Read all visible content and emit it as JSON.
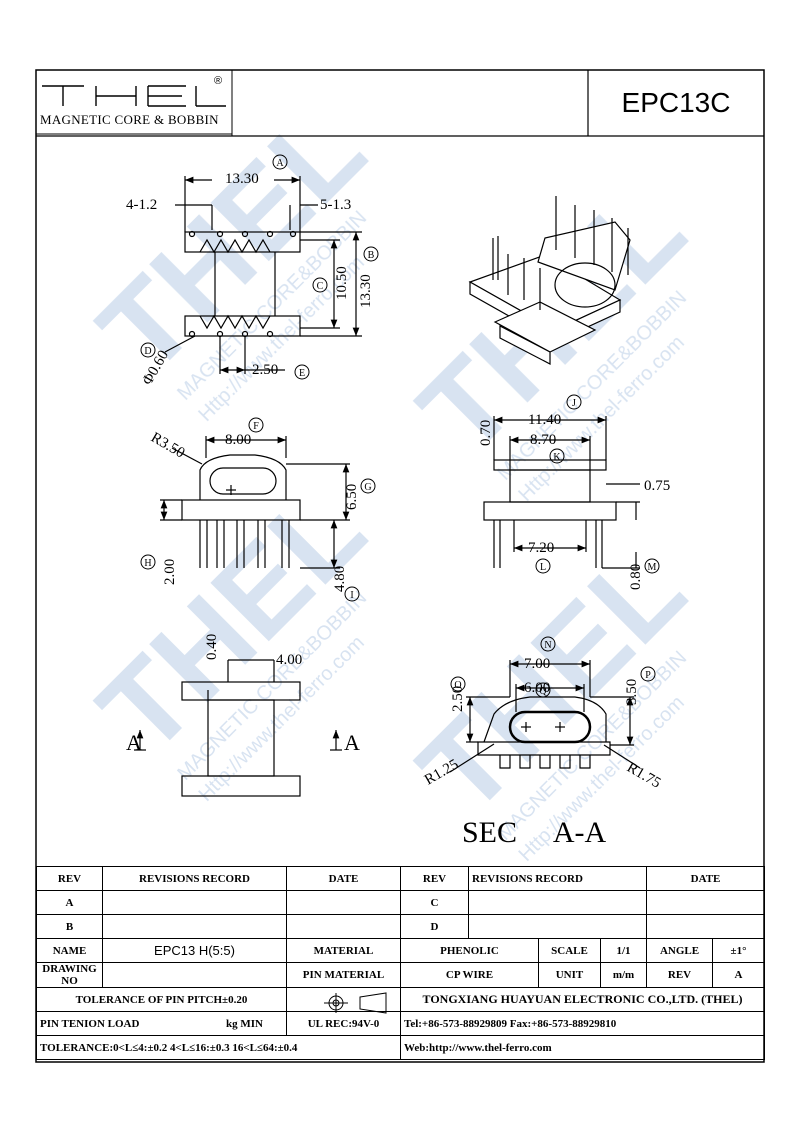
{
  "logo": {
    "name": "THEL",
    "registered": "®",
    "subtitle": "MAGNETIC CORE & BOBBIN"
  },
  "part_number": "EPC13C",
  "watermark": {
    "brand": "THEL",
    "line1": "MAGNETIC CORE&BOBBIN",
    "line2": "Http://www.thel-ferro.com"
  },
  "dimensions": {
    "a_total": "13.30",
    "a_circle": "A",
    "pin_count_width": "4-1.2",
    "pin_count_pitch": "5-1.3",
    "b_height": "13.30",
    "b_circle": "B",
    "c_height": "10.50",
    "c_circle": "C",
    "d_hole": "Φ0.60",
    "d_circle": "D",
    "e_pitch": "2.50",
    "e_circle": "E",
    "f_width": "8.00",
    "f_circle": "F",
    "r_top": "R3.50",
    "g_height": "6.50",
    "g_circle": "G",
    "h_height": "2.00",
    "h_circle": "H",
    "i_pin": "4.80",
    "i_circle": "I",
    "j_width": "11.40",
    "j_circle": "J",
    "k_width": "8.70",
    "k_circle": "K",
    "flange_thk": "0.70",
    "right_thk": "0.75",
    "l_width": "7.20",
    "l_circle": "L",
    "m_pin": "0.80",
    "m_circle": "M",
    "sec_040": "0.40",
    "sec_400": "4.00",
    "n_width": "7.00",
    "n_circle": "N",
    "q_width": "6.00",
    "q_circle": "Q",
    "o_height": "2.50",
    "o_circle": "O",
    "p_height": "3.50",
    "p_circle": "P",
    "r_left": "R1.25",
    "r_right": "R1.75",
    "section_arrow": "A",
    "section_label": "SEC     A-A"
  },
  "titleblock": {
    "rev": "REV",
    "revisions_record": "REVISIONS RECORD",
    "date": "DATE",
    "row_a": "A",
    "row_b": "B",
    "row_c": "C",
    "row_d": "D",
    "name_label": "NAME",
    "name_value": "EPC13 H(5:5)",
    "material_label": "MATERIAL",
    "material_value": "PHENOLIC",
    "scale_label": "SCALE",
    "scale_value": "1/1",
    "angle_label": "ANGLE",
    "angle_value": "±1°",
    "drawing_no_label": "DRAWING NO",
    "pin_material_label": "PIN MATERIAL",
    "pin_material_value": "CP WIRE",
    "unit_label": "UNIT",
    "unit_value": "m/m",
    "rev_label": "REV",
    "rev_value": "A",
    "tolerance_pitch": "TOLERANCE OF PIN PITCH±0.20",
    "company": "TONGXIANG HUAYUAN ELECTRONIC CO.,LTD. (THEL)",
    "pin_tension": "PIN TENION LOAD",
    "pin_tension_unit": "kg MIN",
    "ul": "UL REC:94V-0",
    "tel": "Tel:+86-573-88929809 Fax:+86-573-88929810",
    "tolerance": "TOLERANCE:0<L≤4:±0.2  4<L≤16:±0.3  16<L≤64:±0.4",
    "web": "Web:http://www.thel-ferro.com"
  }
}
